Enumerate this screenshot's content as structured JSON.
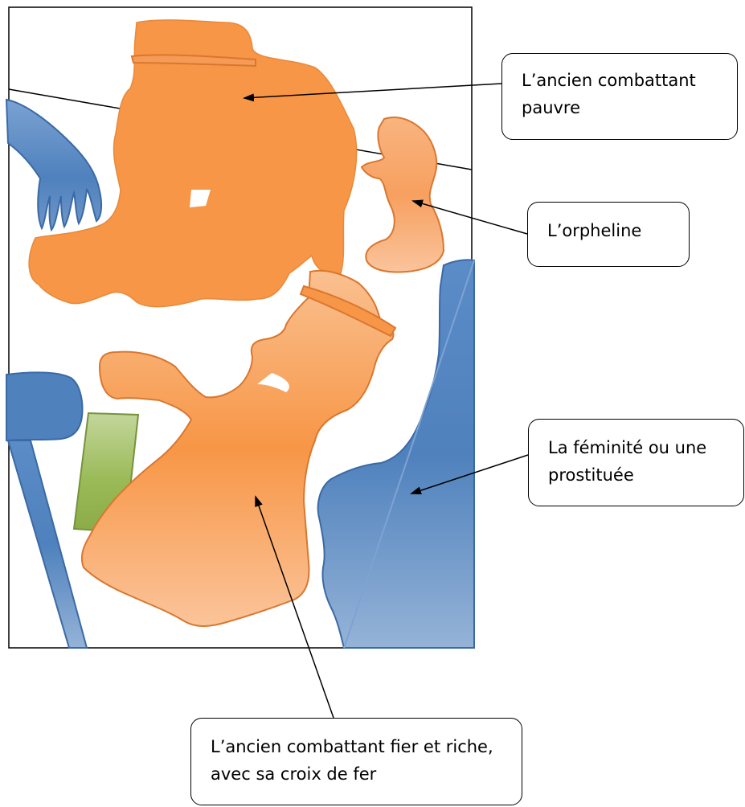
{
  "callouts": {
    "poor_veteran": "L’ancien combattant pauvre",
    "orphan": "L’orpheline",
    "femininity": "La féminité ou une prostituée",
    "proud_veteran": "L’ancien combattant fier et riche, avec sa croix de fer"
  },
  "colors": {
    "orange": "#f79646",
    "orange_light": "#fac090",
    "orange_edge": "#d9772f",
    "blue": "#4f81bd",
    "blue_light": "#95b3d7",
    "blue_edge": "#3a6aa6",
    "green": "#9bbb59",
    "green_light": "#c3d69b",
    "green_edge": "#76923c"
  }
}
